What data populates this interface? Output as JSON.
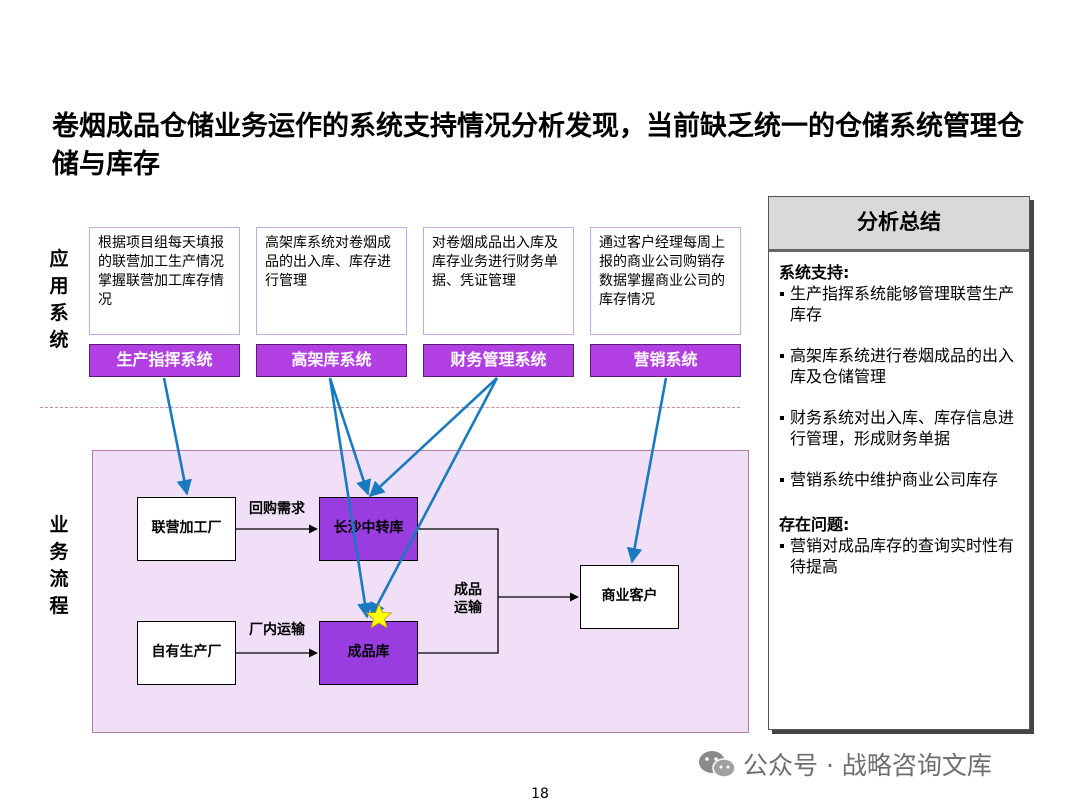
{
  "title": "卷烟成品仓储业务运作的系统支持情况分析发现，当前缺乏统一的仓储系统管理仓储与库存",
  "app_label": "应用系统",
  "biz_label": "业务流程",
  "systems": [
    {
      "name": "生产指挥系统",
      "desc": "根据项目组每天填报的联营加工生产情况掌握联营加工库存情况"
    },
    {
      "name": "高架库系统",
      "desc": "高架库系统对卷烟成品的出入库、库存进行管理"
    },
    {
      "name": "财务管理系统",
      "desc": "对卷烟成品出入库及库存业务进行财务单据、凭证管理"
    },
    {
      "name": "营销系统",
      "desc": "通过客户经理每周上报的商业公司购销存数据掌握商业公司的库存情况"
    }
  ],
  "nodes": {
    "joint_factory": "联营加工厂",
    "own_factory": "自有生产厂",
    "changsha": "长沙中转库",
    "finished": "成品库",
    "customer": "商业客户"
  },
  "edges": {
    "buyback": "回购需求",
    "internal": "厂内运输",
    "product_transport": "成品运输"
  },
  "summary": {
    "title": "分析总结",
    "support_title": "系统支持:",
    "support_items": [
      "生产指挥系统能够管理联营生产库存",
      "高架库系统进行卷烟成品的出入库及仓储管理",
      "财务系统对出入库、库存信息进行管理，形成财务单据",
      "营销系统中维护商业公司库存"
    ],
    "issue_title": "存在问题:",
    "issue_items": [
      "营销对成品库存的查询实时性有待提高"
    ]
  },
  "watermark": "公众号 · 战略咨询文库",
  "page_number": "18",
  "colors": {
    "system_button": "#b13fe2",
    "node_purple": "#9a3de0",
    "arrow_blue": "#1a7abf",
    "process_bg": "#f1dff7"
  }
}
